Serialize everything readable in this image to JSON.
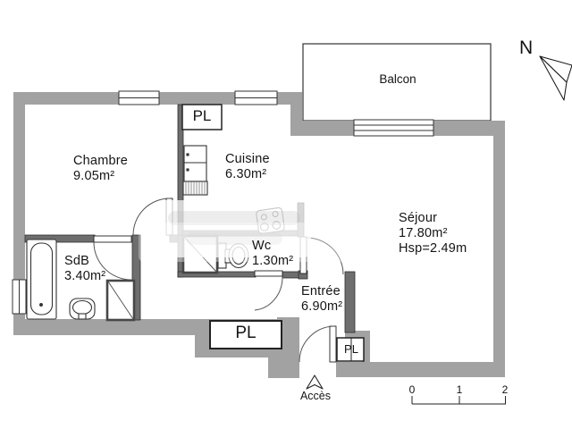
{
  "plan": {
    "rooms": [
      {
        "id": "chambre",
        "name": "Chambre",
        "area": "9.05m²"
      },
      {
        "id": "cuisine",
        "name": "Cuisine",
        "area": "6.30m²"
      },
      {
        "id": "wc",
        "name": "Wc",
        "area": "1.30m²"
      },
      {
        "id": "sdb",
        "name": "SdB",
        "area": "3.40m²"
      },
      {
        "id": "entree",
        "name": "Entrée",
        "area": "6.90m²"
      },
      {
        "id": "sejour",
        "name": "Séjour",
        "area": "17.80m²",
        "ceiling_height": "Hsp=2.49m"
      },
      {
        "id": "balcon",
        "name": "Balcon"
      }
    ],
    "closet_label": "PL",
    "access_label": "Accès",
    "north_label": "N",
    "scale_ticks": [
      "0",
      "1",
      "2"
    ],
    "colors": {
      "exterior_wall": "#a2a2a2",
      "interior_wall": "#6e6e6e",
      "line": "#333333",
      "background": "#ffffff"
    }
  }
}
